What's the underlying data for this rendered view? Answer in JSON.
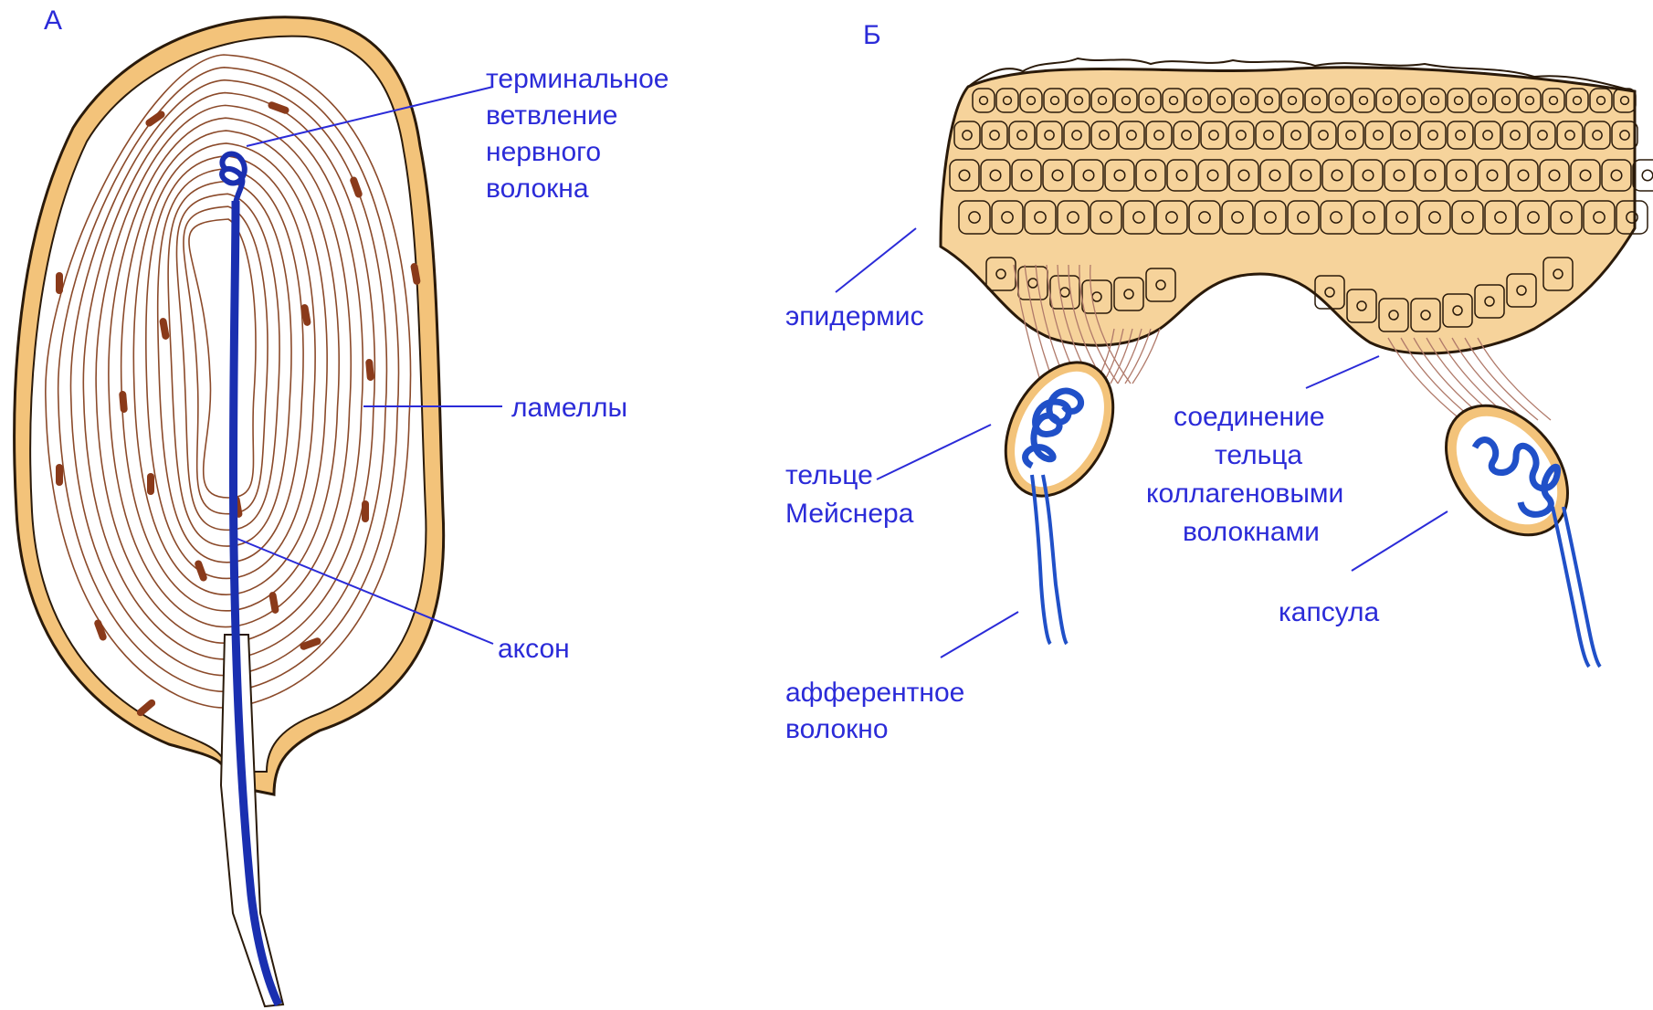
{
  "panels": {
    "a": "А",
    "b": "Б"
  },
  "labels": {
    "terminal": [
      "терминальное",
      "ветвление",
      "нервного",
      "волокна"
    ],
    "lamellae": "ламеллы",
    "axon": "аксон",
    "epidermis": "эпидермис",
    "meissner": [
      "тельце",
      "Мейснера"
    ],
    "connection": [
      "соединение",
      "тельца",
      "коллагеновыми",
      "волокнами"
    ],
    "capsule": "капсула",
    "afferent": [
      "афферентное",
      "волокно"
    ]
  },
  "colors": {
    "label": "#2b2bd8",
    "leader": "#2b2bd8",
    "capsule_fill": "#f3c37a",
    "capsule_stroke": "#2a1a0a",
    "lamella": "#8b4a2a",
    "nucleus": "#8a3a1a",
    "axon": "#1a2fb0",
    "epidermis": "#f6d39b",
    "collagen": "#b07a6a"
  }
}
